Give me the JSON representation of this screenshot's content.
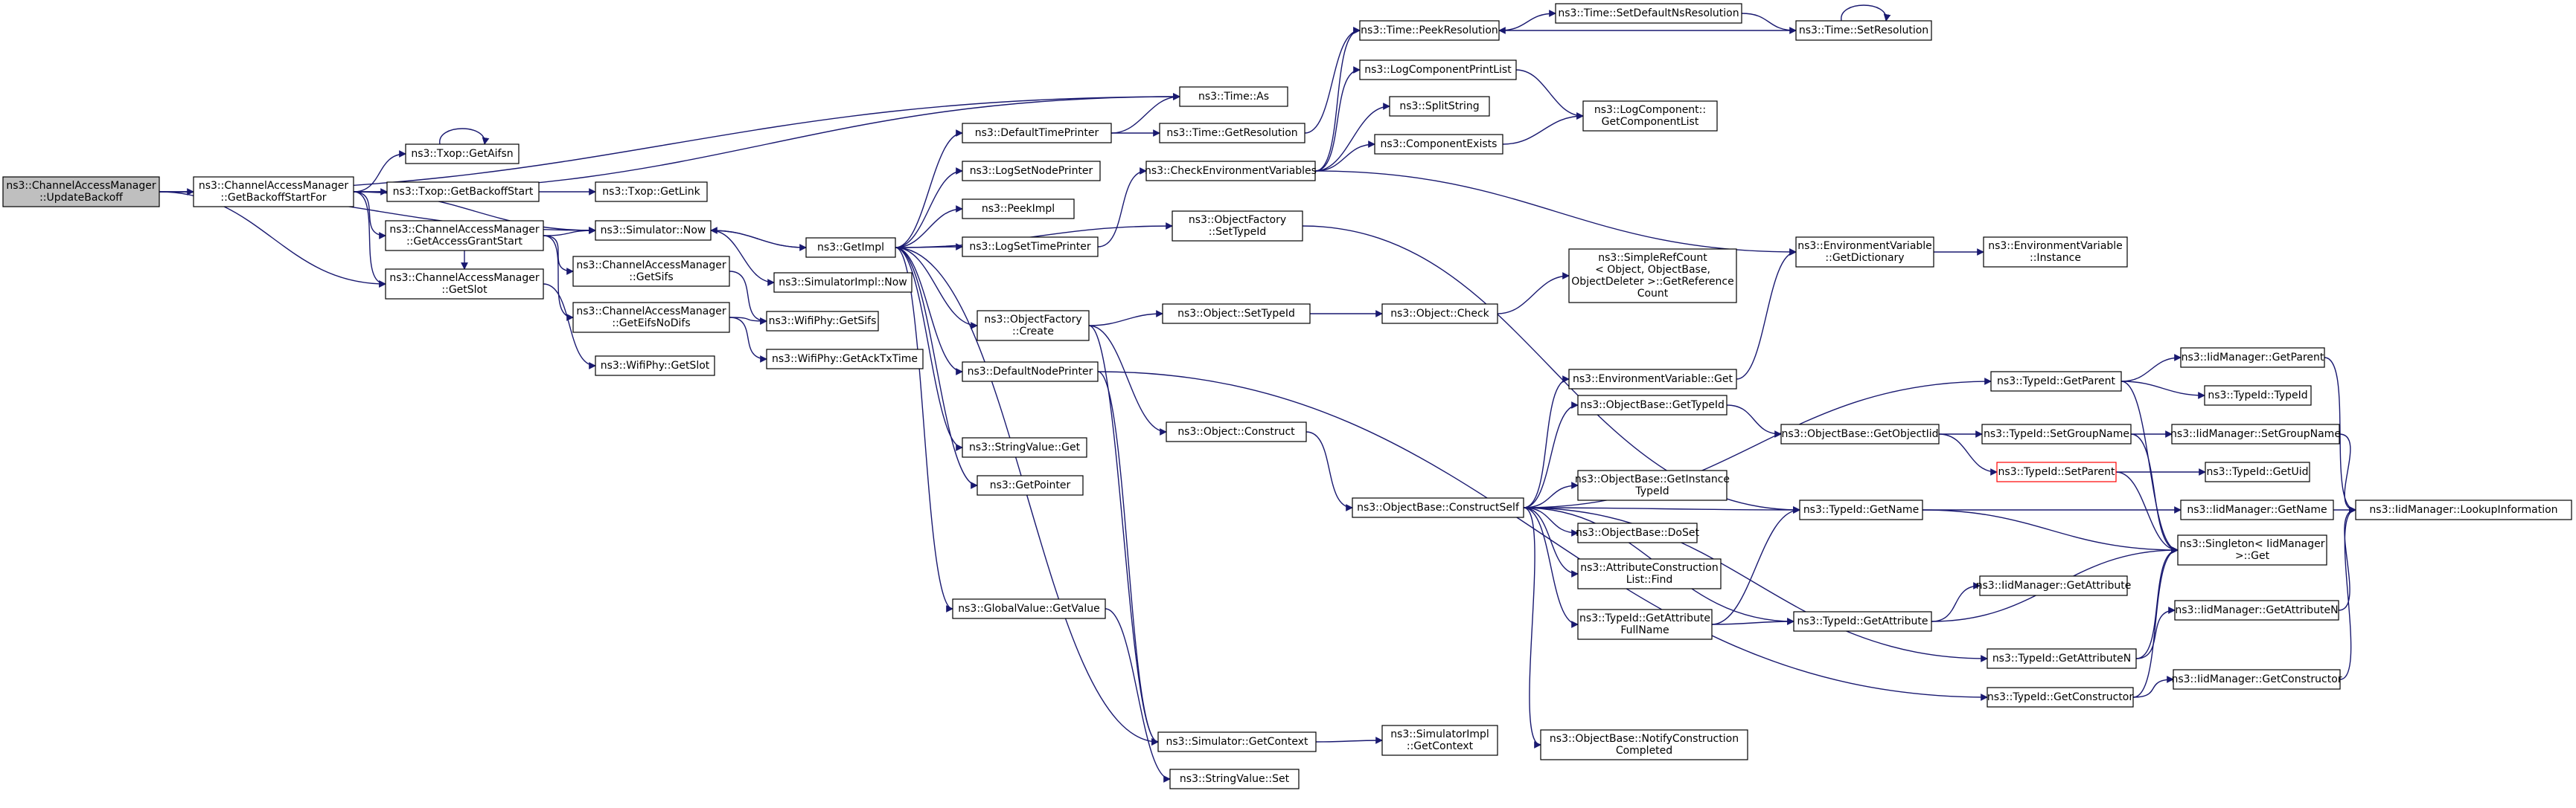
{
  "graph": {
    "colors": {
      "edge": "#191970",
      "root_fill": "#bfbfbf",
      "node_border": "#000000",
      "highlight_border": "#ff0000",
      "background": "#ffffff"
    },
    "nodes": [
      {
        "id": "n0",
        "lines": [
          "ns3::ChannelAccessManager",
          "::UpdateBackoff"
        ],
        "root": true
      },
      {
        "id": "n1",
        "lines": [
          "ns3::ChannelAccessManager",
          "::GetBackoffStartFor"
        ]
      },
      {
        "id": "n2",
        "lines": [
          "ns3::Txop::GetAifsn"
        ]
      },
      {
        "id": "n3",
        "lines": [
          "ns3::Txop::GetBackoffStart"
        ]
      },
      {
        "id": "n4",
        "lines": [
          "ns3::Txop::GetLink"
        ]
      },
      {
        "id": "n5",
        "lines": [
          "ns3::ChannelAccessManager",
          "::GetAccessGrantStart"
        ]
      },
      {
        "id": "n6",
        "lines": [
          "ns3::ChannelAccessManager",
          "::GetSlot"
        ]
      },
      {
        "id": "n7",
        "lines": [
          "ns3::Simulator::Now"
        ]
      },
      {
        "id": "n8",
        "lines": [
          "ns3::ChannelAccessManager",
          "::GetSifs"
        ]
      },
      {
        "id": "n9",
        "lines": [
          "ns3::ChannelAccessManager",
          "::GetEifsNoDifs"
        ]
      },
      {
        "id": "n10",
        "lines": [
          "ns3::WifiPhy::GetSlot"
        ]
      },
      {
        "id": "n11",
        "lines": [
          "ns3::WifiPhy::GetSifs"
        ]
      },
      {
        "id": "n12",
        "lines": [
          "ns3::WifiPhy::GetAckTxTime"
        ]
      },
      {
        "id": "n13",
        "lines": [
          "ns3::GetImpl"
        ]
      },
      {
        "id": "n14",
        "lines": [
          "ns3::SimulatorImpl::Now"
        ]
      },
      {
        "id": "n15",
        "lines": [
          "ns3::DefaultTimePrinter"
        ]
      },
      {
        "id": "n16",
        "lines": [
          "ns3::LogSetNodePrinter"
        ]
      },
      {
        "id": "n17",
        "lines": [
          "ns3::PeekImpl"
        ]
      },
      {
        "id": "n18",
        "lines": [
          "ns3::LogSetTimePrinter"
        ]
      },
      {
        "id": "n19",
        "lines": [
          "ns3::ObjectFactory",
          "::Create"
        ]
      },
      {
        "id": "n20",
        "lines": [
          "ns3::DefaultNodePrinter"
        ]
      },
      {
        "id": "n21",
        "lines": [
          "ns3::StringValue::Get"
        ]
      },
      {
        "id": "n22",
        "lines": [
          "ns3::GetPointer"
        ]
      },
      {
        "id": "n23",
        "lines": [
          "ns3::GlobalValue::GetValue"
        ]
      },
      {
        "id": "n24",
        "lines": [
          "ns3::Time::As"
        ]
      },
      {
        "id": "n25",
        "lines": [
          "ns3::Time::GetResolution"
        ]
      },
      {
        "id": "n26",
        "lines": [
          "ns3::CheckEnvironmentVariables"
        ]
      },
      {
        "id": "n27",
        "lines": [
          "ns3::ObjectFactory",
          "::SetTypeId"
        ]
      },
      {
        "id": "n28",
        "lines": [
          "ns3::Object::SetTypeId"
        ]
      },
      {
        "id": "n29",
        "lines": [
          "ns3::Object::Construct"
        ]
      },
      {
        "id": "n30",
        "lines": [
          "ns3::Simulator::GetContext"
        ]
      },
      {
        "id": "n31",
        "lines": [
          "ns3::StringValue::Set"
        ]
      },
      {
        "id": "n32",
        "lines": [
          "ns3::Time::PeekResolution"
        ]
      },
      {
        "id": "n33",
        "lines": [
          "ns3::LogComponentPrintList"
        ]
      },
      {
        "id": "n34",
        "lines": [
          "ns3::SplitString"
        ]
      },
      {
        "id": "n35",
        "lines": [
          "ns3::ComponentExists"
        ]
      },
      {
        "id": "n36",
        "lines": [
          "ns3::Object::Check"
        ]
      },
      {
        "id": "n37",
        "lines": [
          "ns3::ObjectBase::ConstructSelf"
        ]
      },
      {
        "id": "n38",
        "lines": [
          "ns3::SimulatorImpl",
          "::GetContext"
        ]
      },
      {
        "id": "n39",
        "lines": [
          "ns3::Time::SetDefaultNsResolution"
        ]
      },
      {
        "id": "n40",
        "lines": [
          "ns3::Time::SetResolution"
        ]
      },
      {
        "id": "n41",
        "lines": [
          "ns3::LogComponent::",
          "GetComponentList"
        ]
      },
      {
        "id": "n42",
        "lines": [
          "ns3::SimpleRefCount",
          "< Object, ObjectBase,",
          "ObjectDeleter >::GetReference",
          "Count"
        ]
      },
      {
        "id": "n43",
        "lines": [
          "ns3::EnvironmentVariable::Get"
        ]
      },
      {
        "id": "n44",
        "lines": [
          "ns3::ObjectBase::GetTypeId"
        ]
      },
      {
        "id": "n45",
        "lines": [
          "ns3::ObjectBase::GetInstance",
          "TypeId"
        ]
      },
      {
        "id": "n46",
        "lines": [
          "ns3::ObjectBase::DoSet"
        ]
      },
      {
        "id": "n47",
        "lines": [
          "ns3::AttributeConstruction",
          "List::Find"
        ]
      },
      {
        "id": "n48",
        "lines": [
          "ns3::TypeId::GetAttribute",
          "FullName"
        ]
      },
      {
        "id": "n49",
        "lines": [
          "ns3::ObjectBase::NotifyConstruction",
          "Completed"
        ]
      },
      {
        "id": "n50",
        "lines": [
          "ns3::EnvironmentVariable",
          "::GetDictionary"
        ]
      },
      {
        "id": "n51",
        "lines": [
          "ns3::EnvironmentVariable",
          "::Instance"
        ]
      },
      {
        "id": "n52",
        "lines": [
          "ns3::ObjectBase::GetObjectIid"
        ]
      },
      {
        "id": "n53",
        "lines": [
          "ns3::TypeId::GetName"
        ]
      },
      {
        "id": "n54",
        "lines": [
          "ns3::TypeId::GetAttribute"
        ]
      },
      {
        "id": "n55",
        "lines": [
          "ns3::TypeId::GetParent"
        ]
      },
      {
        "id": "n56",
        "lines": [
          "ns3::TypeId::SetGroupName"
        ]
      },
      {
        "id": "n57",
        "lines": [
          "ns3::TypeId::SetParent"
        ],
        "highlight": true
      },
      {
        "id": "n58",
        "lines": [
          "ns3::IidManager::GetAttribute"
        ]
      },
      {
        "id": "n59",
        "lines": [
          "ns3::TypeId::GetAttributeN"
        ]
      },
      {
        "id": "n60",
        "lines": [
          "ns3::TypeId::GetConstructor"
        ]
      },
      {
        "id": "n61",
        "lines": [
          "ns3::IidManager::GetParent"
        ]
      },
      {
        "id": "n62",
        "lines": [
          "ns3::TypeId::TypeId"
        ]
      },
      {
        "id": "n63",
        "lines": [
          "ns3::IidManager::SetGroupName"
        ]
      },
      {
        "id": "n64",
        "lines": [
          "ns3::TypeId::GetUid"
        ]
      },
      {
        "id": "n65",
        "lines": [
          "ns3::Singleton< IidManager",
          ">::Get"
        ]
      },
      {
        "id": "n66",
        "lines": [
          "ns3::IidManager::GetName"
        ]
      },
      {
        "id": "n67",
        "lines": [
          "ns3::IidManager::GetAttributeN"
        ]
      },
      {
        "id": "n68",
        "lines": [
          "ns3::IidManager::GetConstructor"
        ]
      },
      {
        "id": "n69",
        "lines": [
          "ns3::IidManager::LookupInformation"
        ]
      }
    ],
    "edges": [
      [
        "n0",
        "n1"
      ],
      [
        "n0",
        "n24"
      ],
      [
        "n0",
        "n7"
      ],
      [
        "n0",
        "n6"
      ],
      [
        "n1",
        "n2"
      ],
      [
        "n1",
        "n3"
      ],
      [
        "n1",
        "n5"
      ],
      [
        "n1",
        "n6"
      ],
      [
        "n1",
        "n7"
      ],
      [
        "n1",
        "n24"
      ],
      [
        "n2",
        "n2"
      ],
      [
        "n3",
        "n4"
      ],
      [
        "n5",
        "n7"
      ],
      [
        "n5",
        "n8"
      ],
      [
        "n5",
        "n9"
      ],
      [
        "n5",
        "n6"
      ],
      [
        "n6",
        "n10"
      ],
      [
        "n8",
        "n11"
      ],
      [
        "n9",
        "n11"
      ],
      [
        "n9",
        "n12"
      ],
      [
        "n7",
        "n13"
      ],
      [
        "n7",
        "n14"
      ],
      [
        "n13",
        "n7"
      ],
      [
        "n13",
        "n15"
      ],
      [
        "n13",
        "n16"
      ],
      [
        "n13",
        "n17"
      ],
      [
        "n13",
        "n18"
      ],
      [
        "n13",
        "n27"
      ],
      [
        "n13",
        "n19"
      ],
      [
        "n13",
        "n20"
      ],
      [
        "n13",
        "n21"
      ],
      [
        "n13",
        "n22"
      ],
      [
        "n13",
        "n23"
      ],
      [
        "n13",
        "n30"
      ],
      [
        "n15",
        "n24"
      ],
      [
        "n15",
        "n25"
      ],
      [
        "n25",
        "n32"
      ],
      [
        "n18",
        "n26"
      ],
      [
        "n32",
        "n39"
      ],
      [
        "n39",
        "n40"
      ],
      [
        "n40",
        "n32"
      ],
      [
        "n40",
        "n40"
      ],
      [
        "n26",
        "n33"
      ],
      [
        "n26",
        "n34"
      ],
      [
        "n26",
        "n35"
      ],
      [
        "n26",
        "n32"
      ],
      [
        "n26",
        "n50"
      ],
      [
        "n33",
        "n41"
      ],
      [
        "n35",
        "n41"
      ],
      [
        "n27",
        "n53"
      ],
      [
        "n19",
        "n28"
      ],
      [
        "n19",
        "n29"
      ],
      [
        "n19",
        "n30"
      ],
      [
        "n28",
        "n36"
      ],
      [
        "n36",
        "n42"
      ],
      [
        "n29",
        "n37"
      ],
      [
        "n20",
        "n30"
      ],
      [
        "n20",
        "n60"
      ],
      [
        "n23",
        "n31"
      ],
      [
        "n30",
        "n38"
      ],
      [
        "n37",
        "n43"
      ],
      [
        "n37",
        "n44"
      ],
      [
        "n37",
        "n45"
      ],
      [
        "n37",
        "n46"
      ],
      [
        "n37",
        "n47"
      ],
      [
        "n37",
        "n48"
      ],
      [
        "n37",
        "n49"
      ],
      [
        "n37",
        "n53"
      ],
      [
        "n37",
        "n54"
      ],
      [
        "n37",
        "n55"
      ],
      [
        "n37",
        "n59"
      ],
      [
        "n43",
        "n50"
      ],
      [
        "n50",
        "n51"
      ],
      [
        "n44",
        "n52"
      ],
      [
        "n52",
        "n56"
      ],
      [
        "n52",
        "n57"
      ],
      [
        "n48",
        "n53"
      ],
      [
        "n48",
        "n54"
      ],
      [
        "n53",
        "n66"
      ],
      [
        "n53",
        "n65"
      ],
      [
        "n54",
        "n58"
      ],
      [
        "n54",
        "n65"
      ],
      [
        "n55",
        "n61"
      ],
      [
        "n55",
        "n62"
      ],
      [
        "n55",
        "n65"
      ],
      [
        "n56",
        "n63"
      ],
      [
        "n56",
        "n65"
      ],
      [
        "n57",
        "n64"
      ],
      [
        "n57",
        "n65"
      ],
      [
        "n59",
        "n67"
      ],
      [
        "n59",
        "n65"
      ],
      [
        "n60",
        "n68"
      ],
      [
        "n60",
        "n65"
      ],
      [
        "n61",
        "n69"
      ],
      [
        "n63",
        "n69"
      ],
      [
        "n66",
        "n69"
      ],
      [
        "n67",
        "n69"
      ],
      [
        "n68",
        "n69"
      ]
    ]
  }
}
